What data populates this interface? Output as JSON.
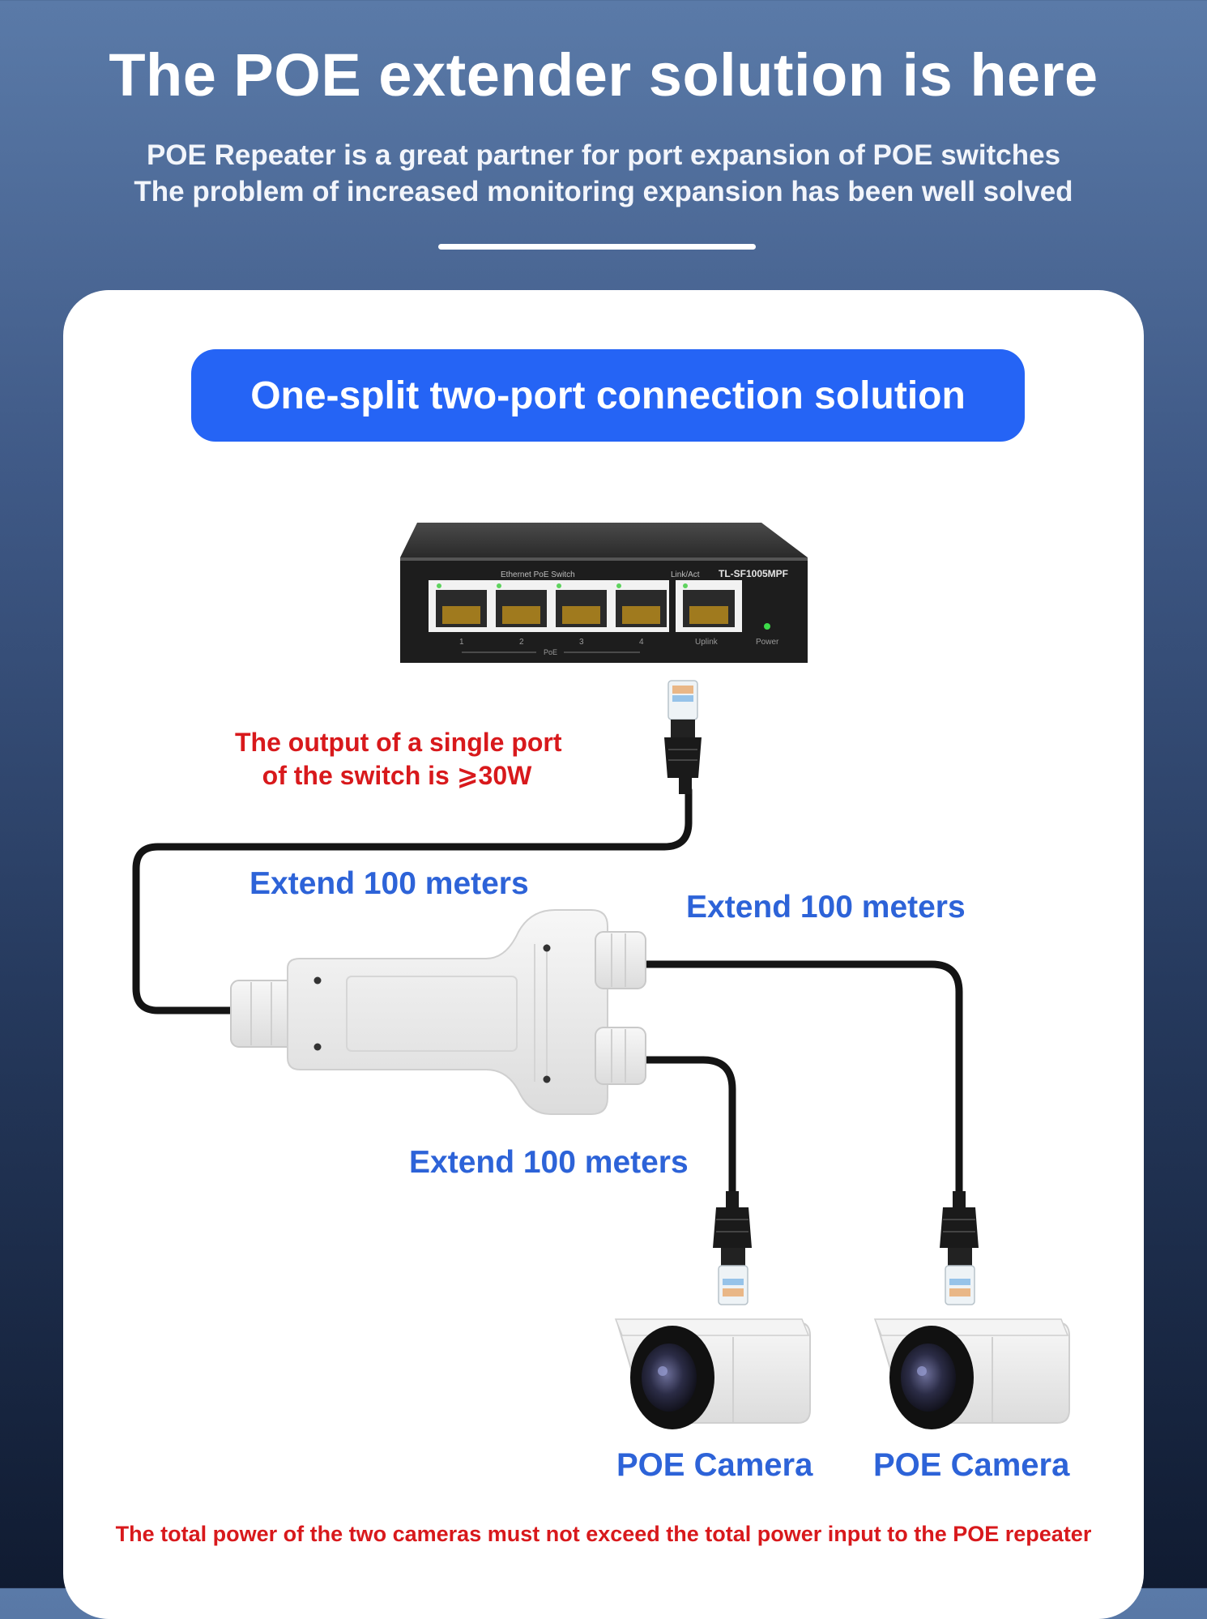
{
  "header": {
    "title": "The POE extender solution is here",
    "subtitle_line1": "POE Repeater is a great partner for port expansion of POE switches",
    "subtitle_line2": "The problem of increased monitoring expansion has been well solved"
  },
  "banner": {
    "text": "One-split two-port connection solution"
  },
  "switch": {
    "model": "TL-SF1005MPF",
    "panel_label": "Ethernet PoE Switch",
    "link_label": "Link/Act",
    "port_numbers": [
      "1",
      "2",
      "3",
      "4"
    ],
    "uplink_label": "Uplink",
    "power_label": "Power",
    "poe_group_label": "PoE"
  },
  "labels": {
    "output_line1": "The output of a single port",
    "output_line2": "of the switch is ⩾30W",
    "extend_input": "Extend 100 meters",
    "extend_upper": "Extend 100 meters",
    "extend_lower": "Extend 100 meters",
    "camera_left": "POE Camera",
    "camera_right": "POE Camera",
    "footer_note": "The total power of the two cameras must not exceed the total power input to the POE repeater"
  },
  "colors": {
    "accent_blue": "#2564f5",
    "label_blue": "#2d63d8",
    "warning_red": "#d8191c",
    "cable": "#141414"
  }
}
